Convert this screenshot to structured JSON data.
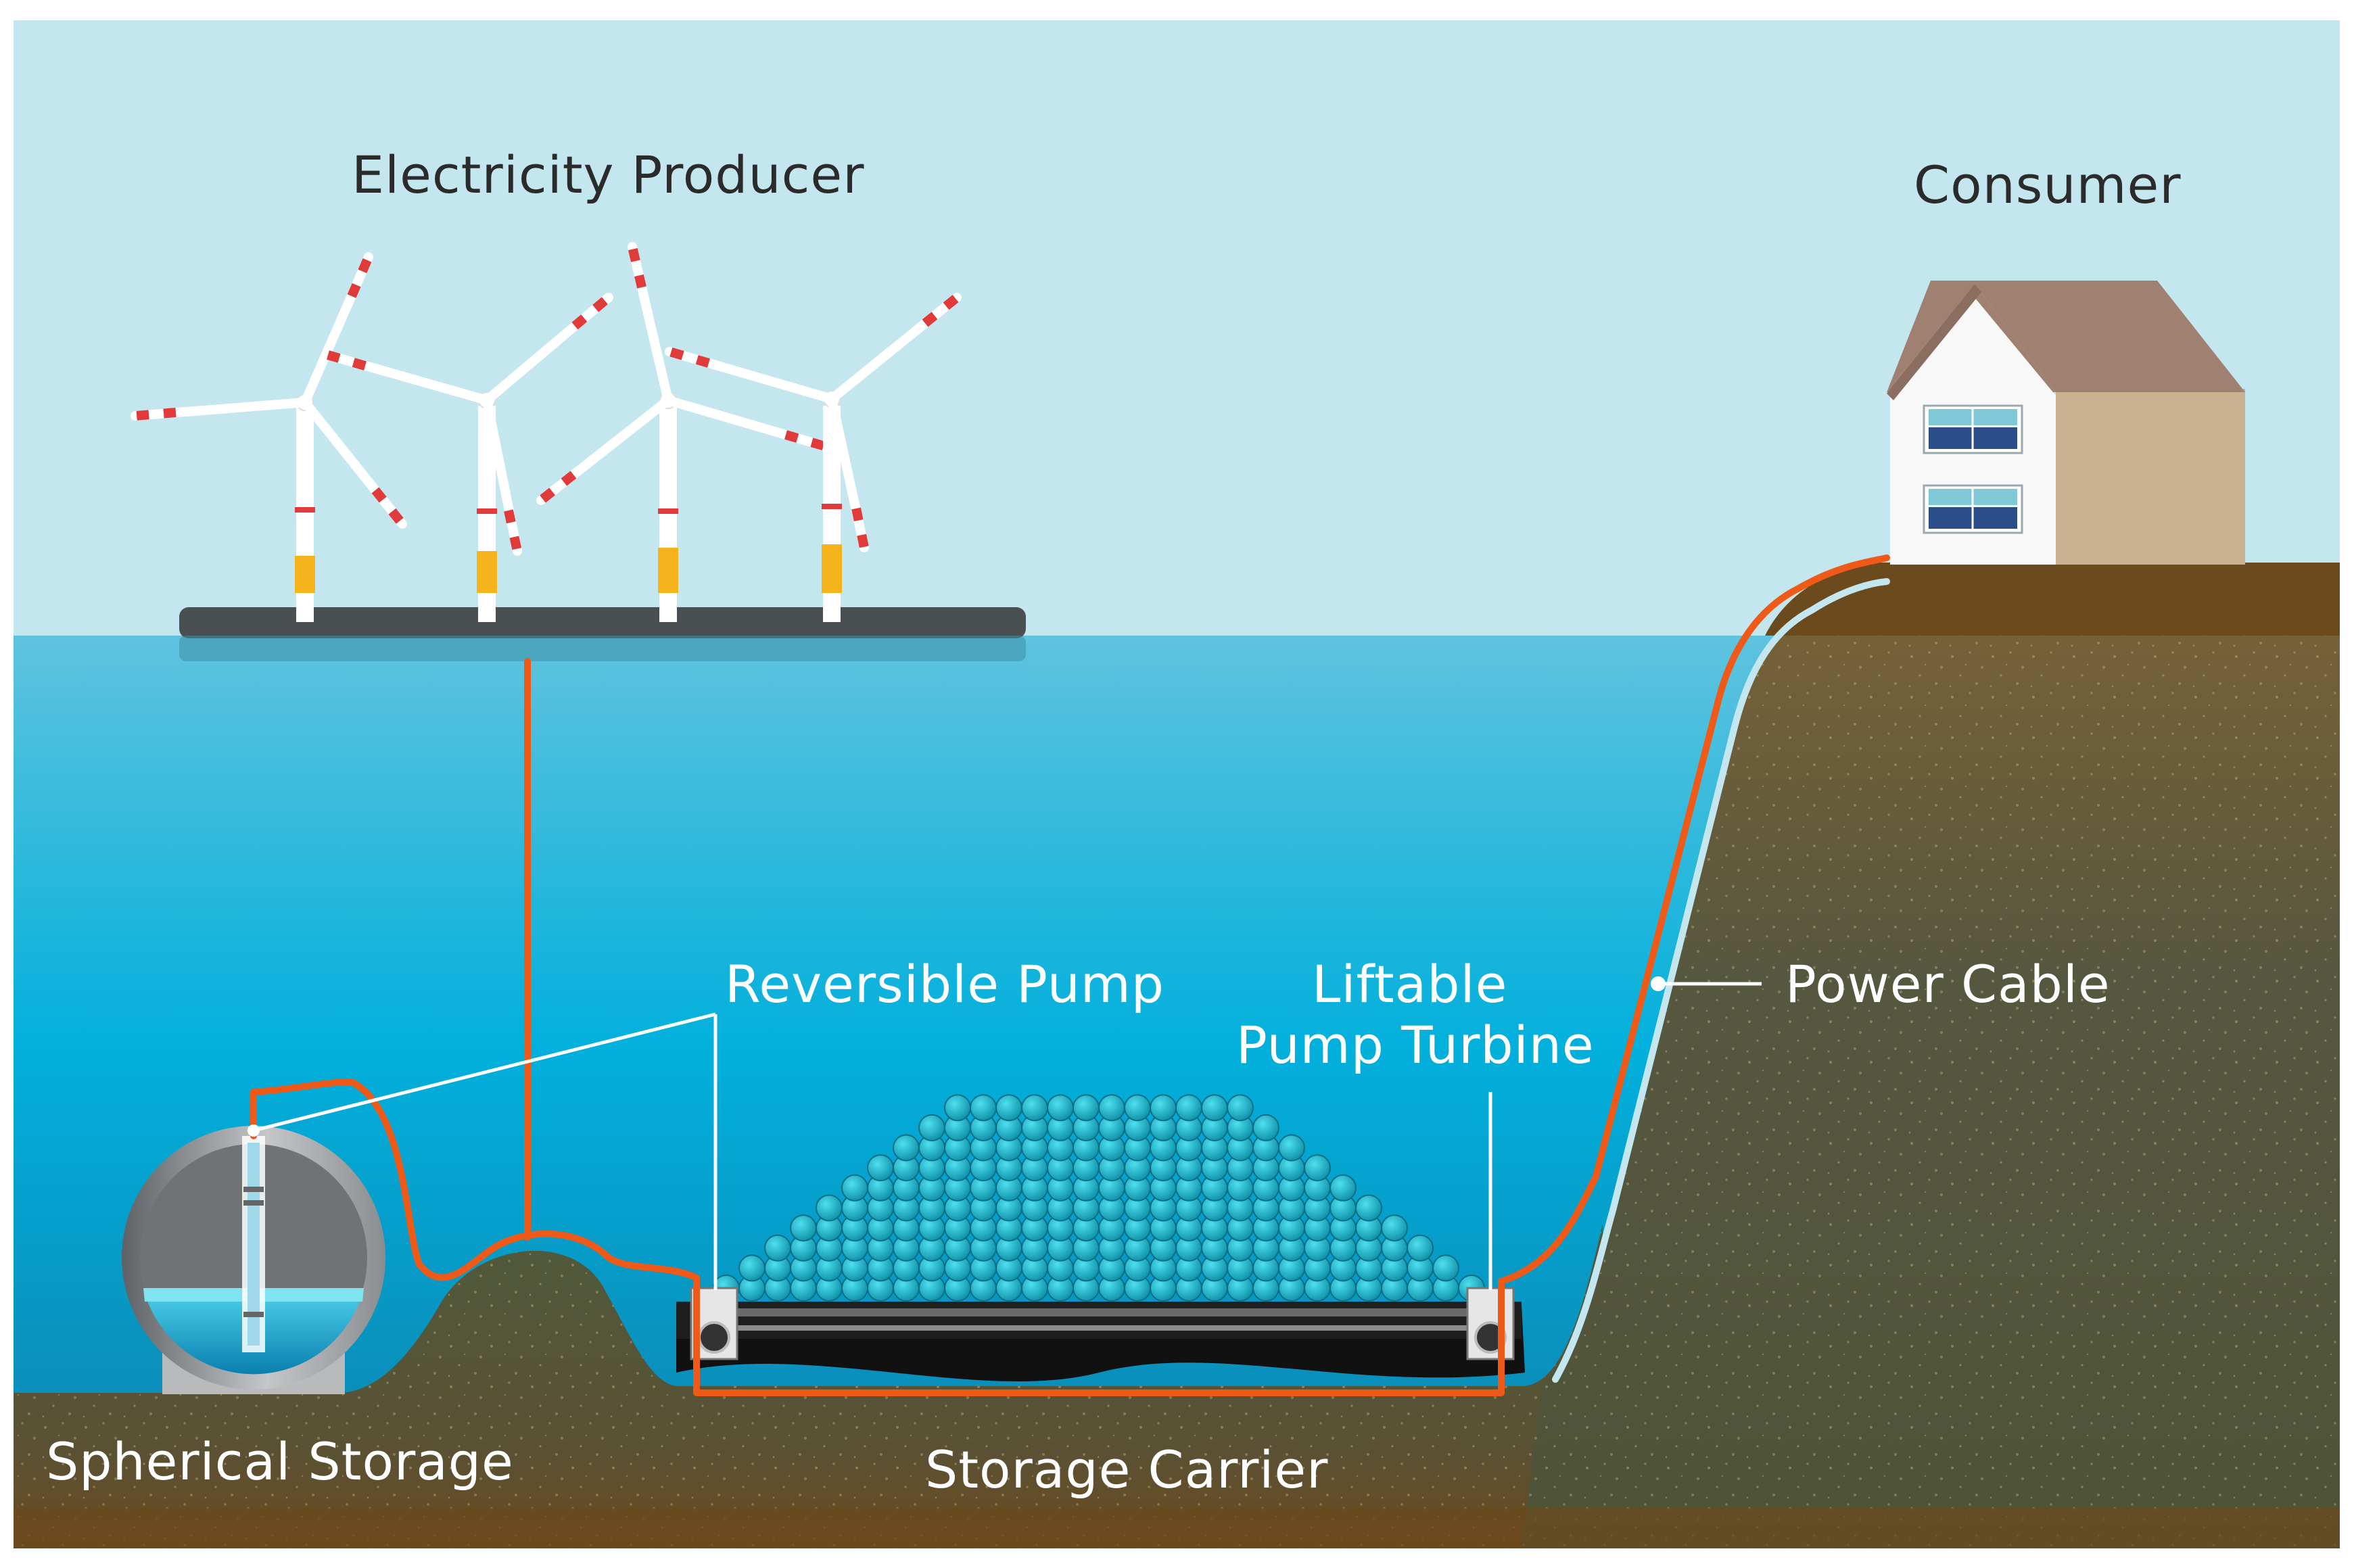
{
  "labels": {
    "producer": "Electricity Producer",
    "consumer": "Consumer",
    "reversible_pump": "Reversible Pump",
    "liftable_line1": "Liftable",
    "liftable_line2": "Pump Turbine",
    "power_cable": "Power Cable",
    "spherical_storage": "Spherical Storage",
    "storage_carrier": "Storage Carrier"
  },
  "colors": {
    "sky": "#c4e6ee",
    "water_top": "#5fc3de",
    "water_bottom": "#0e8ab8",
    "seabed": "#5f5a3e",
    "soil_top": "#6b4a1e",
    "cable": "#ef5a19",
    "turbine_accent": "#f6b41c",
    "house_wall": "#c9b08f",
    "house_roof": "#a08070",
    "solar_panel": "#2a4d8a",
    "sphere_spheres": "#15a3b8"
  }
}
